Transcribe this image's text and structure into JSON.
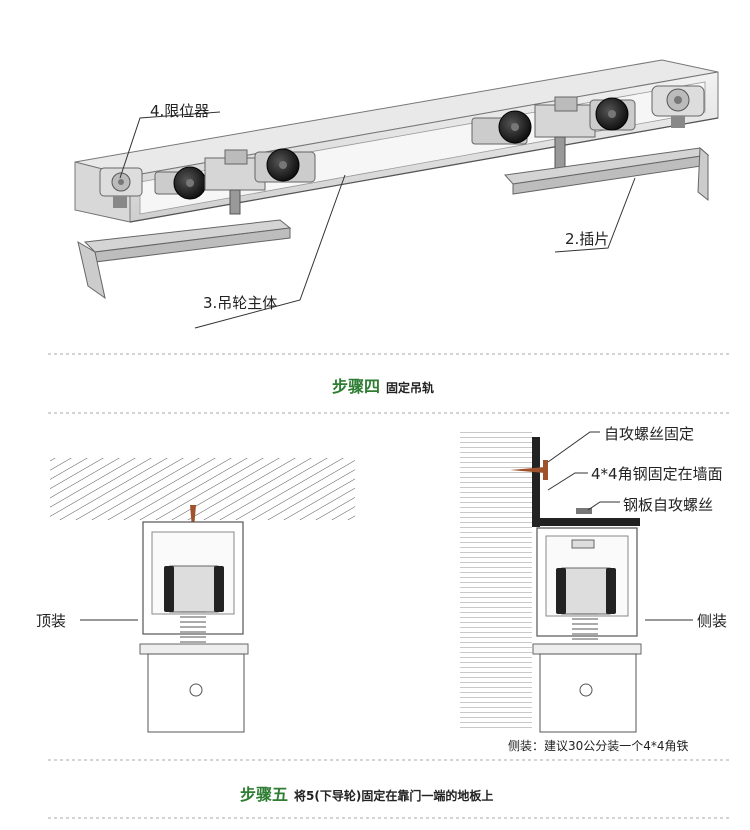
{
  "top_diagram": {
    "labels": {
      "limiter": "4.限位器",
      "insert": "2.插片",
      "hanger_body": "3.吊轮主体"
    }
  },
  "step4": {
    "step_label": "步骤四",
    "description": "固定吊轨"
  },
  "left_diagram": {
    "mount_label": "顶装"
  },
  "right_diagram": {
    "labels": {
      "self_tapping_screw_fix": "自攻螺丝固定",
      "angle_steel": "4*4角钢固定在墙面",
      "plate_screw": "钢板自攻螺丝",
      "side_mount": "侧装"
    },
    "note": "侧装：建议30公分装一个4*4角铁"
  },
  "step5": {
    "step_label": "步骤五",
    "description": "将5(下导轮)固定在靠门一端的地板上"
  },
  "colors": {
    "step_green": "#2e7d32",
    "rail_gray": "#b8b8b8",
    "wheel_dark": "#2a2a2a",
    "screw_copper": "#a0522d"
  }
}
